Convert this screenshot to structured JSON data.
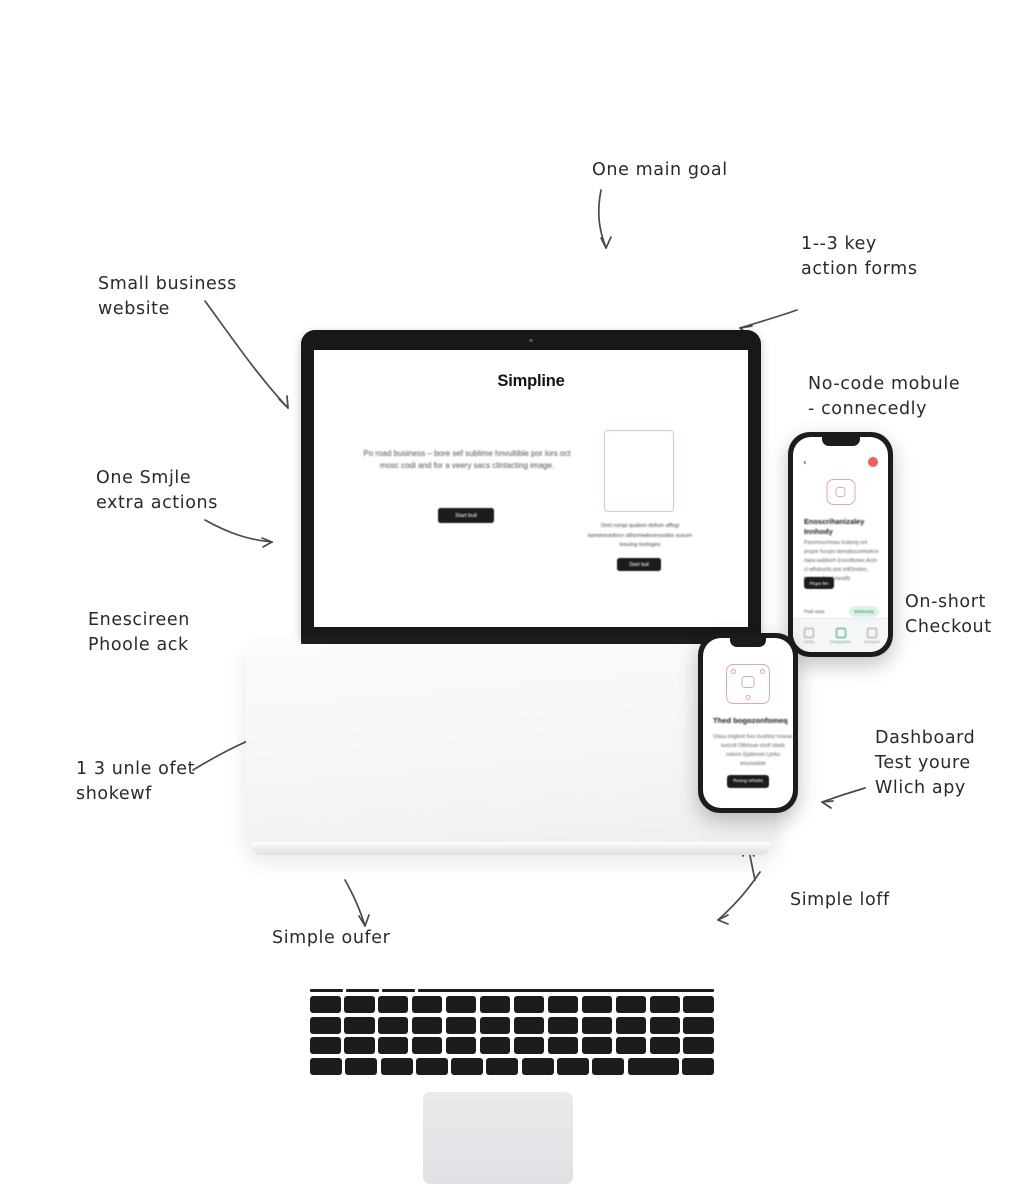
{
  "scene": {
    "background_color": "#ffffff",
    "style": "hand-drawn annotated device mockup"
  },
  "annotations": [
    {
      "id": "one-main-goal",
      "text": "One main goal"
    },
    {
      "id": "key-action-forms",
      "text": "1--3 key\naction forms"
    },
    {
      "id": "small-business",
      "text": "Small business\nwebsite"
    },
    {
      "id": "no-code-module",
      "text": "No-code mobule\n- connecedly"
    },
    {
      "id": "one-simple-extra",
      "text": "One Smjle\nextra actions"
    },
    {
      "id": "one-short-checkout",
      "text": "On-short\nCheckout"
    },
    {
      "id": "enescireen",
      "text": "Enescireen\nPhoole ack"
    },
    {
      "id": "unle-ofet",
      "text": "1 3 unle ofet\nshokewf"
    },
    {
      "id": "dashboard",
      "text": "Dashboard\nTest youre\nWlich apy"
    },
    {
      "id": "simple-oufer",
      "text": "Simple oufer"
    },
    {
      "id": "simple-loff",
      "text": "Simple loff"
    }
  ],
  "laptop": {
    "site": {
      "title": "Simpline",
      "hero_copy": "Po road business – bore sef sublime hnvultible por lors oct mosc codi and for a veery sacs clintacting image.",
      "hero_button": "Start buil",
      "form_card": {
        "body": "Oret rompi qualsm dofum affegi tamstorurdoco sithsmiwbvsnsssibs suzum lesuing tootoges",
        "button": "Start buil"
      }
    },
    "keyboard": {
      "rows": 4,
      "keys_per_row": [
        12,
        12,
        12,
        12
      ]
    }
  },
  "phone_right": {
    "back_icon": "‹",
    "badge_color": "#ef5f5a",
    "heading": "Enoscrihanizaley Innhody",
    "body": "Paromnuchmau trubeng ont prupor fucopu tannabucumtutece rlaoa wabborh Enocittonwc Acrb cl wfhdnuhb.omt ohfOrmton, tmmzar limuhnwsdfz",
    "button": "Plupe lim",
    "footnote": "Pork ouss",
    "pill": "Srhercuny",
    "tabs": [
      {
        "label": "Torllhy",
        "active": false
      },
      {
        "label": "Honquz.bhu",
        "active": true
      },
      {
        "label": "Annapstt",
        "active": false
      }
    ],
    "accent_color": "#22a06b"
  },
  "phone_front": {
    "heading": "Thed bogozonfomeq",
    "body": "Ulauu imgtent foru Irushtoz Irourac turicolt Olthfouw shofl sbark nolorm Ejaltmont Ljmhs tenunsdote",
    "button": "Rusng Ishtaht",
    "icon_color": "#e7a9a4"
  }
}
